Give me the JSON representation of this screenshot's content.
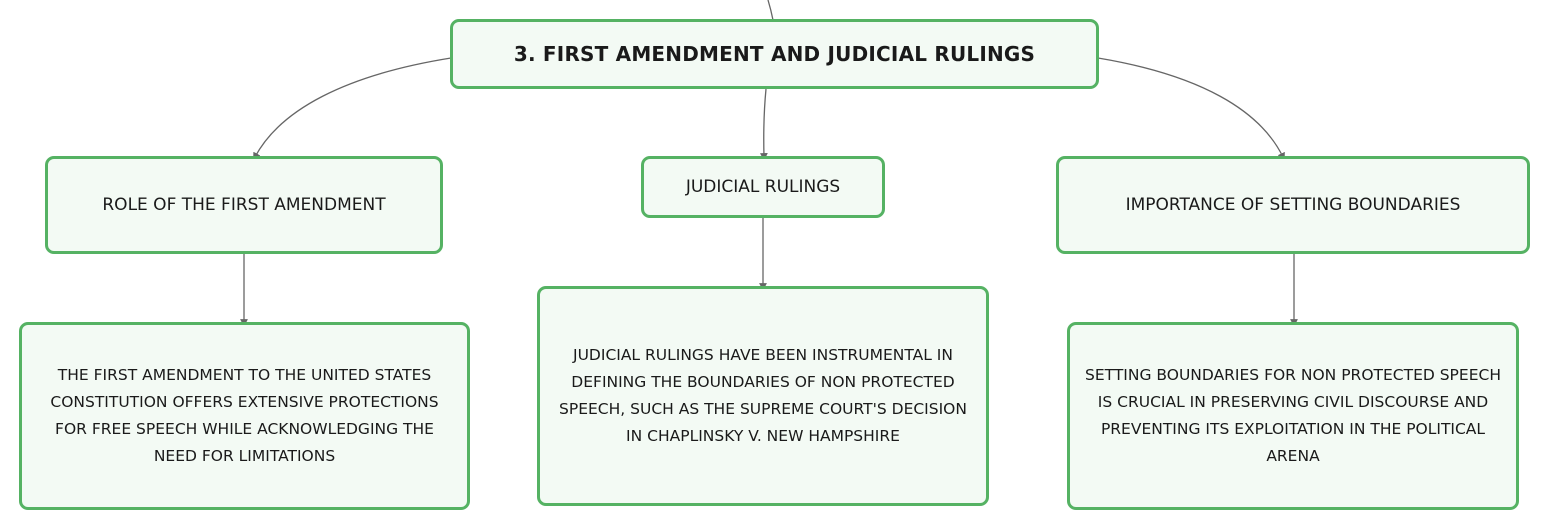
{
  "diagram": {
    "root": {
      "label": "3. FIRST AMENDMENT AND JUDICIAL RULINGS"
    },
    "branches": [
      {
        "label": "ROLE OF THE FIRST AMENDMENT",
        "detail": "THE FIRST AMENDMENT TO THE UNITED STATES CONSTITUTION OFFERS EXTENSIVE PROTECTIONS FOR FREE SPEECH WHILE ACKNOWLEDGING THE NEED FOR LIMITATIONS"
      },
      {
        "label": "JUDICIAL RULINGS",
        "detail": "JUDICIAL RULINGS HAVE BEEN INSTRUMENTAL IN DEFINING THE BOUNDARIES OF NON PROTECTED SPEECH, SUCH AS THE SUPREME COURT'S DECISION IN CHAPLINSKY V. NEW HAMPSHIRE"
      },
      {
        "label": "IMPORTANCE OF SETTING BOUNDARIES",
        "detail": "SETTING BOUNDARIES FOR NON PROTECTED SPEECH IS CRUCIAL IN PRESERVING CIVIL DISCOURSE AND PREVENTING ITS EXPLOITATION IN THE POLITICAL ARENA"
      }
    ]
  },
  "colors": {
    "node_border": "#55b263",
    "node_fill": "#f3faf4",
    "connector": "#666666",
    "text": "#1a1a1a"
  }
}
